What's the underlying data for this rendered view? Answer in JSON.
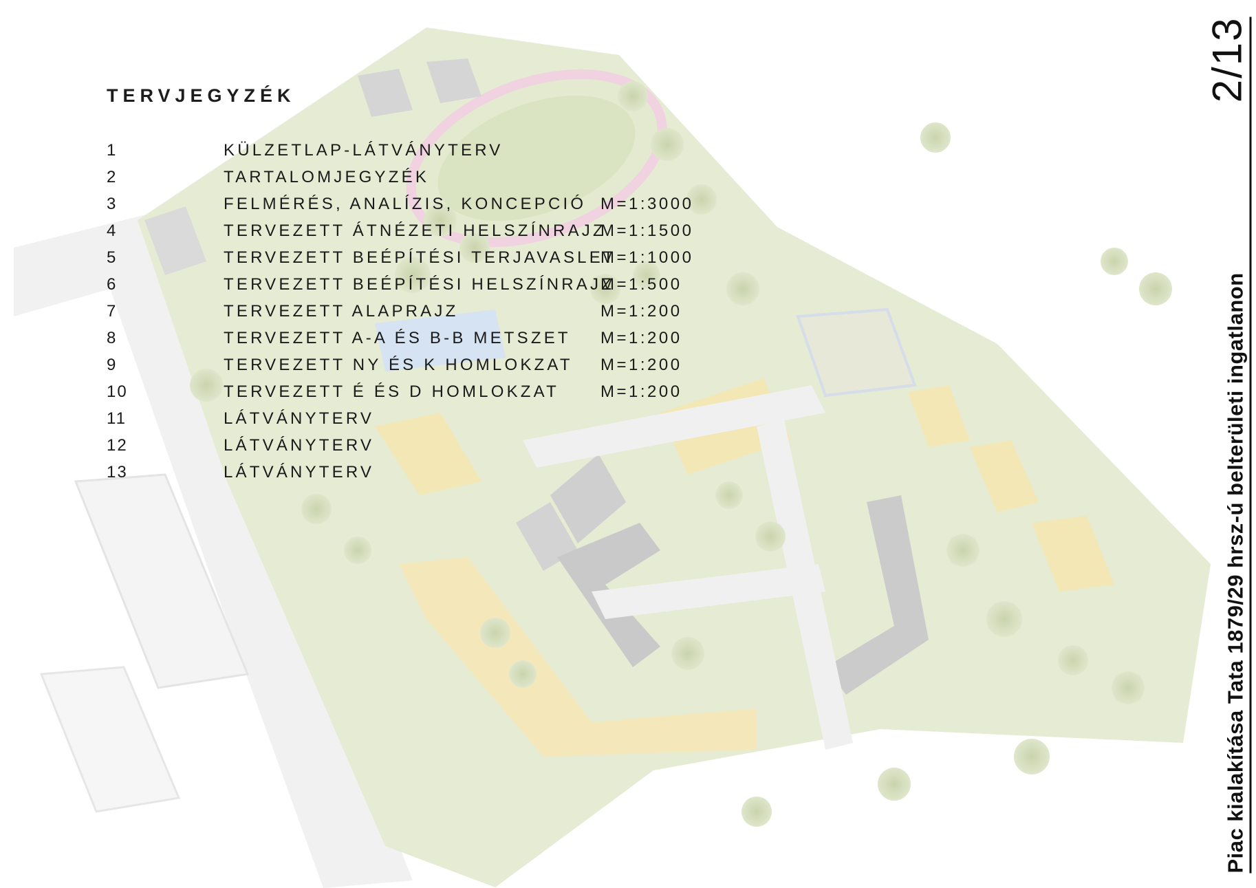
{
  "sheet": {
    "title": "TERVJEGYZÉK",
    "project_title": "Piac kialakítása Tata 1879/29 hrsz-ú belterületi ingatlanon",
    "page_number": "2/13"
  },
  "drawings": [
    {
      "num": "1",
      "title": "KÜLZETLAP-LÁTVÁNYTERV",
      "scale": ""
    },
    {
      "num": "2",
      "title": "TARTALOMJEGYZÉK",
      "scale": ""
    },
    {
      "num": "3",
      "title": "FELMÉRÉS, ANALÍZIS, KONCEPCIÓ",
      "scale": "M=1:3000"
    },
    {
      "num": "4",
      "title": "TERVEZETT ÁTNÉZETI HELSZÍNRAJZ",
      "scale": "M=1:1500"
    },
    {
      "num": "5",
      "title": "TERVEZETT BEÉPÍTÉSI TERJAVASLET",
      "scale": "M=1:1000"
    },
    {
      "num": "6",
      "title": "TERVEZETT BEÉPÍTÉSI HELSZÍNRAJZ",
      "scale": "M=1:500"
    },
    {
      "num": "7",
      "title": "TERVEZETT ALAPRAJZ",
      "scale": "M=1:200"
    },
    {
      "num": "8",
      "title": "TERVEZETT A-A ÉS B-B METSZET",
      "scale": "M=1:200"
    },
    {
      "num": "9",
      "title": "TERVEZETT NY ÉS K HOMLOKZAT",
      "scale": "M=1:200"
    },
    {
      "num": "10",
      "title": "TERVEZETT É ÉS D HOMLOKZAT",
      "scale": "M=1:200"
    },
    {
      "num": "11",
      "title": "LÁTVÁNYTERV",
      "scale": ""
    },
    {
      "num": "12",
      "title": "LÁTVÁNYTERV",
      "scale": ""
    },
    {
      "num": "13",
      "title": "LÁTVÁNYTERV",
      "scale": ""
    }
  ],
  "colors": {
    "text": "#1a1a1a",
    "plan_green": "#dfe5c6",
    "plan_yellow": "#f2e3a6",
    "plan_dark": "#9a9a9a",
    "plan_road": "#ececec",
    "plan_blue": "#c9dbee",
    "plan_pink": "#f0cfdf"
  }
}
